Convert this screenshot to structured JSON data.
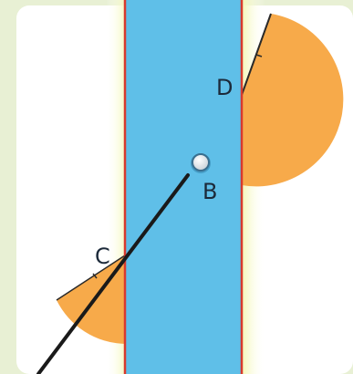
{
  "labels": {
    "b": "B",
    "c": "C",
    "d": "D"
  },
  "colors": {
    "frame_background": "#e8f0d4",
    "panel_white": "#ffffff",
    "glow_yellow": "#f4f7b3",
    "water_blue": "#5fbfe8",
    "border_red": "#d83a2e",
    "sector_orange": "#f7aa4a",
    "ray_black": "#1a1a1a",
    "ball_white": "#f7f7f7"
  }
}
